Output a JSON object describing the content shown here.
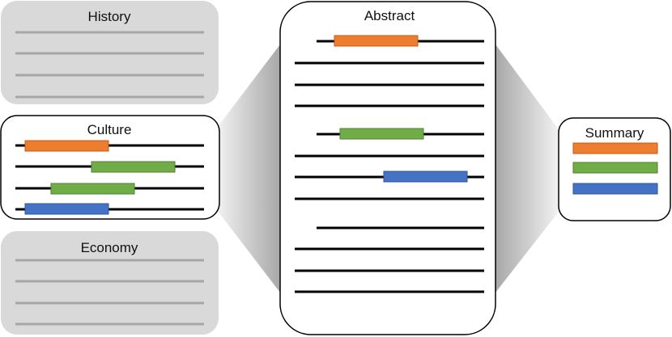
{
  "boxes": {
    "history": {
      "title": "History"
    },
    "culture": {
      "title": "Culture"
    },
    "economy": {
      "title": "Economy"
    },
    "abstract": {
      "title": "Abstract"
    },
    "summary": {
      "title": "Summary"
    }
  },
  "colors": {
    "orange": "#ED7D31",
    "green": "#70AD47",
    "blue": "#4472C4",
    "gray_box": "#D9D9D9",
    "gray_line": "#A6A6A6",
    "text_line": "#000000"
  }
}
